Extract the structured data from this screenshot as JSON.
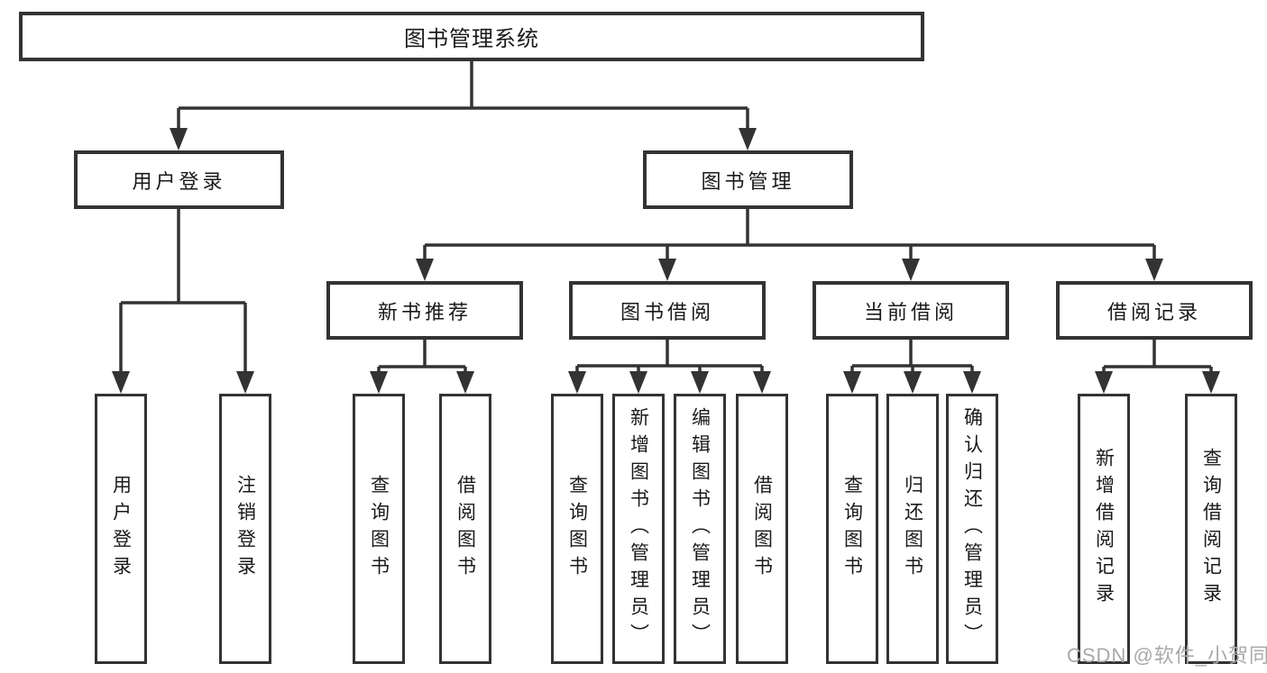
{
  "diagram": {
    "type": "hierarchy-tree",
    "watermark": "CSDN @软件_小贺同学",
    "colors": {
      "background": "#ffffff",
      "line": "#333333",
      "text": "#1a1a1a",
      "watermark": "#a9a9a9"
    }
  },
  "tree": {
    "label": "图书管理系统",
    "children": [
      {
        "label": "用户登录",
        "children": [
          {
            "label": "用户登录"
          },
          {
            "label": "注销登录"
          }
        ]
      },
      {
        "label": "图书管理",
        "children": [
          {
            "label": "新书推荐",
            "children": [
              {
                "label": "查询图书"
              },
              {
                "label": "借阅图书"
              }
            ]
          },
          {
            "label": "图书借阅",
            "children": [
              {
                "label": "查询图书"
              },
              {
                "label": "新增图书（管理员）"
              },
              {
                "label": "编辑图书（管理员）"
              },
              {
                "label": "借阅图书"
              }
            ]
          },
          {
            "label": "当前借阅",
            "children": [
              {
                "label": "查询图书"
              },
              {
                "label": "归还图书"
              },
              {
                "label": "确认归还（管理员）"
              }
            ]
          },
          {
            "label": "借阅记录",
            "children": [
              {
                "label": "新增借阅记录"
              },
              {
                "label": "查询借阅记录"
              }
            ]
          }
        ]
      }
    ]
  }
}
